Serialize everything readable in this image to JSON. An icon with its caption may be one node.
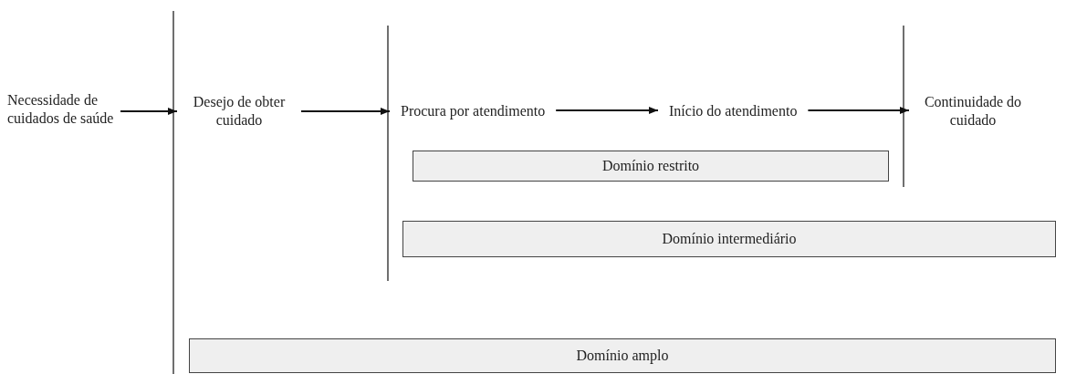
{
  "diagram": {
    "nodes": [
      {
        "text": [
          "Necessidade de cuidados de saúde"
        ]
      },
      {
        "text": [
          "Desejo de obter cuidado"
        ]
      },
      {
        "text": [
          "Procura por atendimento"
        ]
      },
      {
        "text": [
          "Início do atendimento"
        ]
      },
      {
        "text": [
          "Continuidade do cuidado"
        ]
      },
      {
        "text": [
          "Domínio restrito"
        ]
      },
      {
        "text": [
          "Domínio intermediário"
        ]
      },
      {
        "text": [
          "Domínio amplo"
        ]
      }
    ],
    "edges": [
      {
        "from": 0,
        "to": 1,
        "arrow": "to"
      },
      {
        "from": 1,
        "to": 2,
        "arrow": "to"
      },
      {
        "from": 2,
        "to": 3,
        "arrow": "to"
      },
      {
        "from": 3,
        "to": 4,
        "arrow": "to"
      }
    ]
  }
}
